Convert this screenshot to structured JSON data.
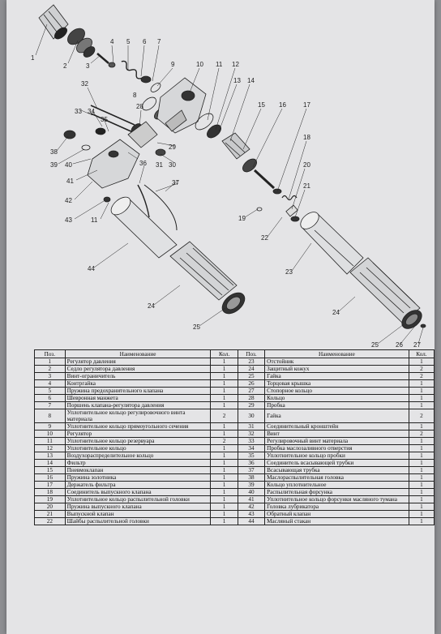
{
  "diagram": {
    "callouts": [
      "1",
      "2",
      "3",
      "4",
      "5",
      "6",
      "7",
      "8",
      "9",
      "10",
      "11",
      "12",
      "13",
      "14",
      "15",
      "16",
      "17",
      "18",
      "19",
      "20",
      "21",
      "22",
      "23",
      "24",
      "25",
      "26",
      "27",
      "28",
      "29",
      "30",
      "31",
      "32",
      "33",
      "34",
      "35",
      "36",
      "37",
      "38",
      "39",
      "40",
      "41",
      "42",
      "43",
      "44"
    ]
  },
  "table": {
    "headers": {
      "pos": "Поз.",
      "name": "Наименование",
      "qty": "Кол."
    },
    "rows": [
      {
        "p1": "1",
        "n1": "Регулятор давления",
        "q1": "1",
        "p2": "23",
        "n2": "Отстойник",
        "q2": "1"
      },
      {
        "p1": "2",
        "n1": "Седло регулятора давления",
        "q1": "1",
        "p2": "24",
        "n2": "Защитный кожух",
        "q2": "2"
      },
      {
        "p1": "3",
        "n1": "Винт-ограничитель",
        "q1": "1",
        "p2": "25",
        "n2": "Гайка",
        "q2": "2"
      },
      {
        "p1": "4",
        "n1": "Контргайка",
        "q1": "1",
        "p2": "26",
        "n2": "Торцовая крышка",
        "q2": "1"
      },
      {
        "p1": "5",
        "n1": "Пружина предохранительного клапана",
        "q1": "1",
        "p2": "27",
        "n2": "Стопорное кольцо",
        "q2": "1"
      },
      {
        "p1": "6",
        "n1": "Шевронная манжета",
        "q1": "1",
        "p2": "28",
        "n2": "Кольцо",
        "q2": "1"
      },
      {
        "p1": "7",
        "n1": "Поршень клапана-регулятора давления",
        "q1": "1",
        "p2": "29",
        "n2": "Пробка",
        "q2": "1"
      },
      {
        "p1": "8",
        "n1": "Уплотнительное кольцо регулировочного винта материала",
        "q1": "2",
        "p2": "30",
        "n2": "Гайка",
        "q2": "2"
      },
      {
        "p1": "9",
        "n1": "Уплотнительное кольцо прямоугольного сечения",
        "q1": "1",
        "p2": "31",
        "n2": "Соединительный кронштейн",
        "q2": "1"
      },
      {
        "p1": "10",
        "n1": "Регулятор",
        "q1": "1",
        "p2": "32",
        "n2": "Винт",
        "q2": "2"
      },
      {
        "p1": "11",
        "n1": "Уплотнительное кольцо резервуара",
        "q1": "2",
        "p2": "33",
        "n2": "Регулировочный винт материала",
        "q2": "1"
      },
      {
        "p1": "12",
        "n1": "Уплотнительное кольцо",
        "q1": "1",
        "p2": "34",
        "n2": "Пробка маслозаливного отверстия",
        "q2": "1"
      },
      {
        "p1": "13",
        "n1": "Воздухораспределительное кольцо",
        "q1": "1",
        "p2": "35",
        "n2": "Уплотнительное кольцо пробки",
        "q2": "1"
      },
      {
        "p1": "14",
        "n1": "Фильтр",
        "q1": "1",
        "p2": "36",
        "n2": "Соединитель всасывающей трубки",
        "q2": "1"
      },
      {
        "p1": "15",
        "n1": "Пневмоклапан",
        "q1": "1",
        "p2": "37",
        "n2": "Всасывающая трубка",
        "q2": "1"
      },
      {
        "p1": "16",
        "n1": "Пружина золотника",
        "q1": "1",
        "p2": "38",
        "n2": "Маслораспылительная головка",
        "q2": "1"
      },
      {
        "p1": "17",
        "n1": "Держатель фильтра",
        "q1": "1",
        "p2": "39",
        "n2": "Кольцо уплотнительное",
        "q2": "1"
      },
      {
        "p1": "18",
        "n1": "Соединитель выпускного клапана",
        "q1": "1",
        "p2": "40",
        "n2": "Распылительная форсунка",
        "q2": "1"
      },
      {
        "p1": "19",
        "n1": "Уплотнительное кольцо распылительной головки",
        "q1": "1",
        "p2": "41",
        "n2": "Уплотнительное кольцо форсунки масляного тумана",
        "q2": "1"
      },
      {
        "p1": "20",
        "n1": "Пружина выпускного клапана",
        "q1": "1",
        "p2": "42",
        "n2": "Головка лубрикатора",
        "q2": "1"
      },
      {
        "p1": "21",
        "n1": "Выпускной клапан",
        "q1": "1",
        "p2": "43",
        "n2": "Обратный клапан",
        "q2": "1"
      },
      {
        "p1": "22",
        "n1": "Шайбы распылительной головки",
        "q1": "1",
        "p2": "44",
        "n2": "Масляный стакан",
        "q2": "1"
      }
    ]
  }
}
